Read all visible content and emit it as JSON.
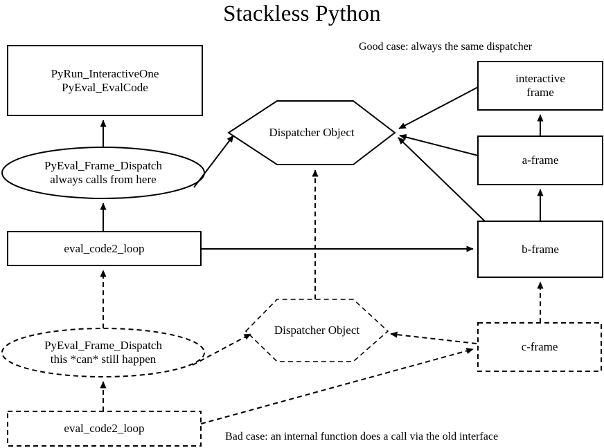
{
  "diagram": {
    "title": "Stackless Python",
    "captions": {
      "good": "Good case: always the same dispatcher",
      "bad": "Bad case: an internal function does a call via the old interface"
    },
    "nodes": {
      "pyrun_box": "PyRun_InteractiveOne\nPyEval_EvalCode",
      "dispatch_ellipse_good": "PyEval_Frame_Dispatch\nalways calls from here",
      "eval_loop_solid": "eval_code2_loop",
      "dispatch_ellipse_bad": "PyEval_Frame_Dispatch\nthis *can* still happen",
      "eval_loop_dashed": "eval_code2_loop",
      "dispatcher_solid": "Dispatcher Object",
      "dispatcher_dashed": "Dispatcher Object",
      "interactive_frame": "interactive\nframe",
      "a_frame": "a-frame",
      "b_frame": "b-frame",
      "c_frame": "c-frame"
    },
    "edges": [
      {
        "from": "dispatch_ellipse_good",
        "to": "pyrun_box",
        "style": "solid"
      },
      {
        "from": "eval_loop_solid",
        "to": "dispatch_ellipse_good",
        "style": "solid"
      },
      {
        "from": "dispatch_ellipse_good",
        "to": "dispatcher_solid",
        "style": "solid"
      },
      {
        "from": "eval_loop_solid",
        "to": "b_frame",
        "style": "solid"
      },
      {
        "from": "interactive_frame",
        "to": "dispatcher_solid",
        "style": "solid"
      },
      {
        "from": "a_frame",
        "to": "dispatcher_solid",
        "style": "solid"
      },
      {
        "from": "b_frame",
        "to": "dispatcher_solid",
        "style": "solid"
      },
      {
        "from": "a_frame",
        "to": "interactive_frame",
        "style": "solid"
      },
      {
        "from": "b_frame",
        "to": "a_frame",
        "style": "solid"
      },
      {
        "from": "dispatcher_dashed",
        "to": "dispatcher_solid",
        "style": "dashed"
      },
      {
        "from": "dispatch_ellipse_bad",
        "to": "eval_loop_solid",
        "style": "dashed"
      },
      {
        "from": "eval_loop_dashed",
        "to": "dispatch_ellipse_bad",
        "style": "dashed"
      },
      {
        "from": "dispatch_ellipse_bad",
        "to": "dispatcher_dashed",
        "style": "dashed"
      },
      {
        "from": "c_frame",
        "to": "dispatcher_dashed",
        "style": "dashed"
      },
      {
        "from": "eval_loop_dashed",
        "to": "c_frame",
        "style": "dashed"
      },
      {
        "from": "c_frame",
        "to": "b_frame",
        "style": "dashed"
      }
    ],
    "colors": {
      "stroke": "#000000",
      "background": "#ffffff"
    }
  }
}
